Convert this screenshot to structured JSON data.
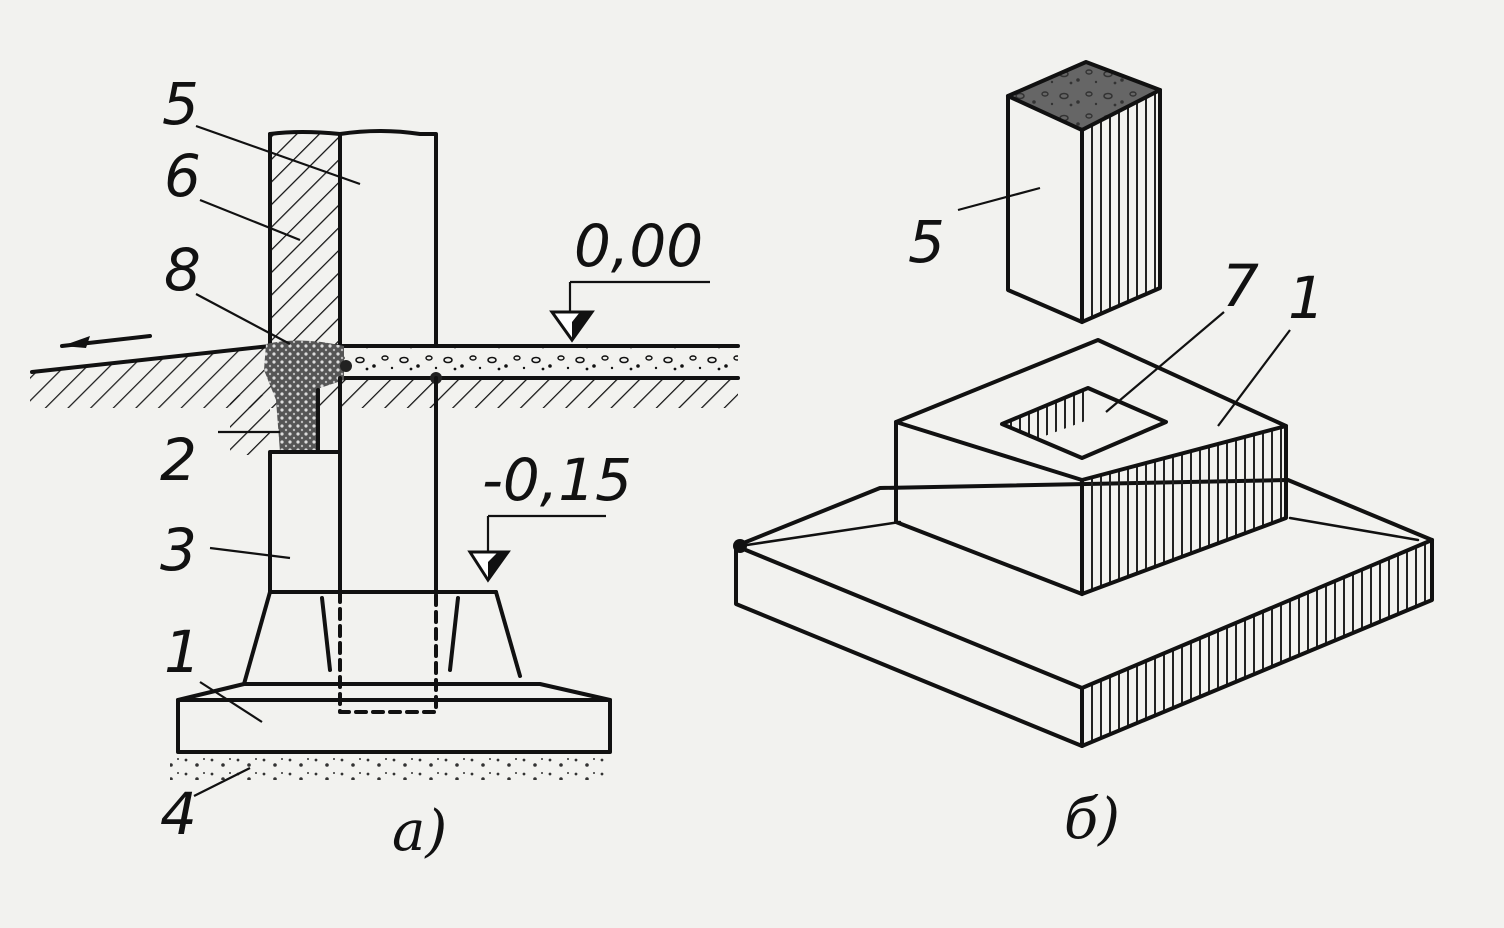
{
  "figure_a": {
    "caption": "а)",
    "level_top": "0,00",
    "level_bottom": "-0,15",
    "labels": {
      "n5": "5",
      "n6": "6",
      "n8": "8",
      "n2": "2",
      "n3": "3",
      "n1": "1",
      "n4": "4"
    }
  },
  "figure_b": {
    "caption": "б)",
    "labels": {
      "n5": "5",
      "n7": "7",
      "n1": "1"
    }
  }
}
